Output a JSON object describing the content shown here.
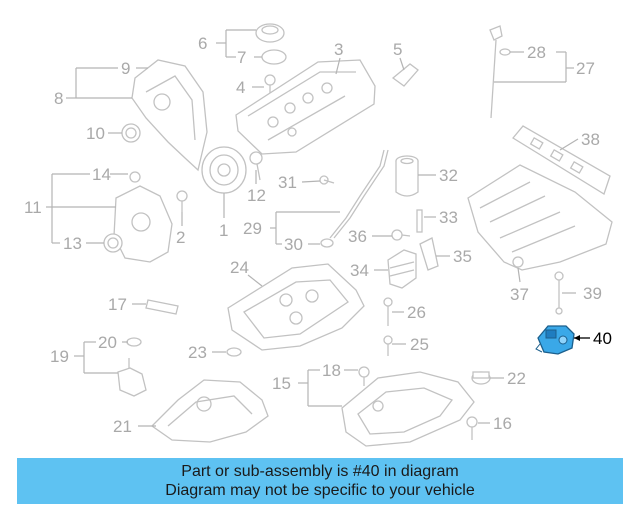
{
  "diagram": {
    "highlight_color": "#3aa8e8",
    "leader_numbers": {
      "n1": "1",
      "n2": "2",
      "n3": "3",
      "n4": "4",
      "n5": "5",
      "n6": "6",
      "n7": "7",
      "n8": "8",
      "n9": "9",
      "n10": "10",
      "n11": "11",
      "n12": "12",
      "n13": "13",
      "n14": "14",
      "n15": "15",
      "n16": "16",
      "n17": "17",
      "n18": "18",
      "n19": "19",
      "n20": "20",
      "n21": "21",
      "n22": "22",
      "n23": "23",
      "n24": "24",
      "n25": "25",
      "n26": "26",
      "n27": "27",
      "n28": "28",
      "n29": "29",
      "n30": "30",
      "n31": "31",
      "n32": "32",
      "n33": "33",
      "n34": "34",
      "n35": "35",
      "n36": "36",
      "n37": "37",
      "n38": "38",
      "n39": "39",
      "n40": "40"
    }
  },
  "banner": {
    "background": "#5ec2f2",
    "line1": "Part or sub-assembly is #40 in diagram",
    "line2": "Diagram may not be specific to your vehicle"
  }
}
